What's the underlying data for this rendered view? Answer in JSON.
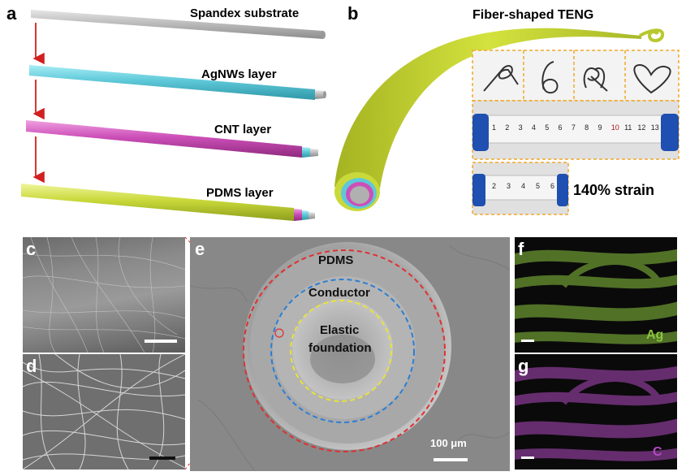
{
  "panels": {
    "a": {
      "label": "a",
      "layers": [
        {
          "name": "Spandex substrate"
        },
        {
          "name": "AgNWs layer"
        },
        {
          "name": "CNT layer"
        },
        {
          "name": "PDMS layer"
        }
      ]
    },
    "b": {
      "label": "b",
      "title": "Fiber-shaped TENG",
      "ruler_numbers": [
        "1",
        "2",
        "3",
        "4",
        "5",
        "6",
        "7",
        "8",
        "9",
        "10",
        "11",
        "12",
        "13"
      ],
      "ruler2_numbers": [
        "2",
        "3",
        "4",
        "5",
        "6"
      ],
      "strain_label": "140% strain"
    },
    "c": {
      "label": "c"
    },
    "d": {
      "label": "d"
    },
    "e": {
      "label": "e",
      "ring_labels": {
        "outer": "PDMS",
        "middle": "Conductor",
        "inner_line1": "Elastic",
        "inner_line2": "foundation"
      },
      "scale_bar": "100 μm"
    },
    "f": {
      "label": "f",
      "element": "Ag"
    },
    "g": {
      "label": "g",
      "element": "C"
    }
  },
  "colors": {
    "arrow": "#d22020",
    "spandex": "#bdbdbd",
    "agnws": "#5ec8d8",
    "cnt": "#cc4fb8",
    "pdms": "#c9d93a",
    "frame_orange": "#f0a92a",
    "ring_red": "#e03030",
    "ring_blue": "#2a7fd4",
    "ring_yellow": "#e8e23a",
    "ag_map": "#8cc63f",
    "c_map": "#b04bc0"
  }
}
